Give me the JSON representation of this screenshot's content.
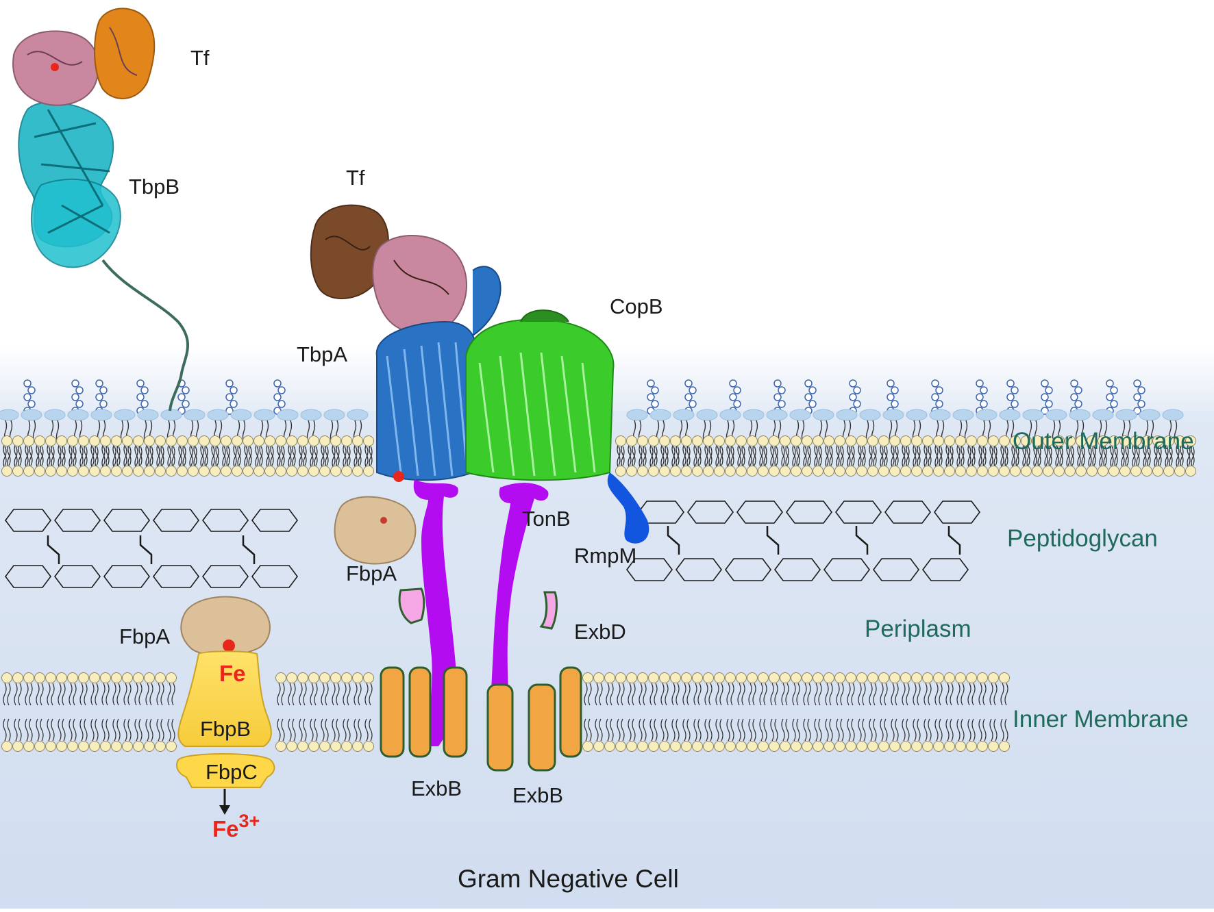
{
  "diagram": {
    "title": "Gram Negative Cell",
    "regions": {
      "outer_membrane": "Outer Membrane",
      "peptidoglycan": "Peptidoglycan",
      "periplasm": "Periplasm",
      "inner_membrane": "Inner Membrane"
    },
    "labels": {
      "tf_free": "Tf",
      "tbpb": "TbpB",
      "tf_bound": "Tf",
      "tbpa": "TbpA",
      "copb": "CopB",
      "tonb": "TonB",
      "rmpm": "RmpM",
      "fbpa_upper": "FbpA",
      "fbpa_lower": "FbpA",
      "exbd": "ExbD",
      "fe": "Fe",
      "fbpb": "FbpB",
      "fbpc": "FbpC",
      "fe3_base": "Fe",
      "fe3_sup": "3+",
      "exbb_left": "ExbB",
      "exbb_right": "ExbB"
    },
    "colors": {
      "background_top": "#ffffff",
      "background_bottom": "#cfdcef",
      "region_text": "#1e6b5c",
      "iron": "#e8261c",
      "tbpb": "#1fb5c6",
      "tf_pink": "#c9889f",
      "tf_orange": "#e2861c",
      "tf_brown": "#7a4a2a",
      "tbpa": "#2a72c4",
      "copb": "#3bcb2a",
      "tonb": "#b40cf0",
      "exbb": "#f2a543",
      "exbd": "#f6a8e6",
      "rmpm": "#1256e0",
      "fbpb": "#ffd84a",
      "fbpa": "#dcc09a",
      "lipid_head": "#f7edbd"
    }
  }
}
